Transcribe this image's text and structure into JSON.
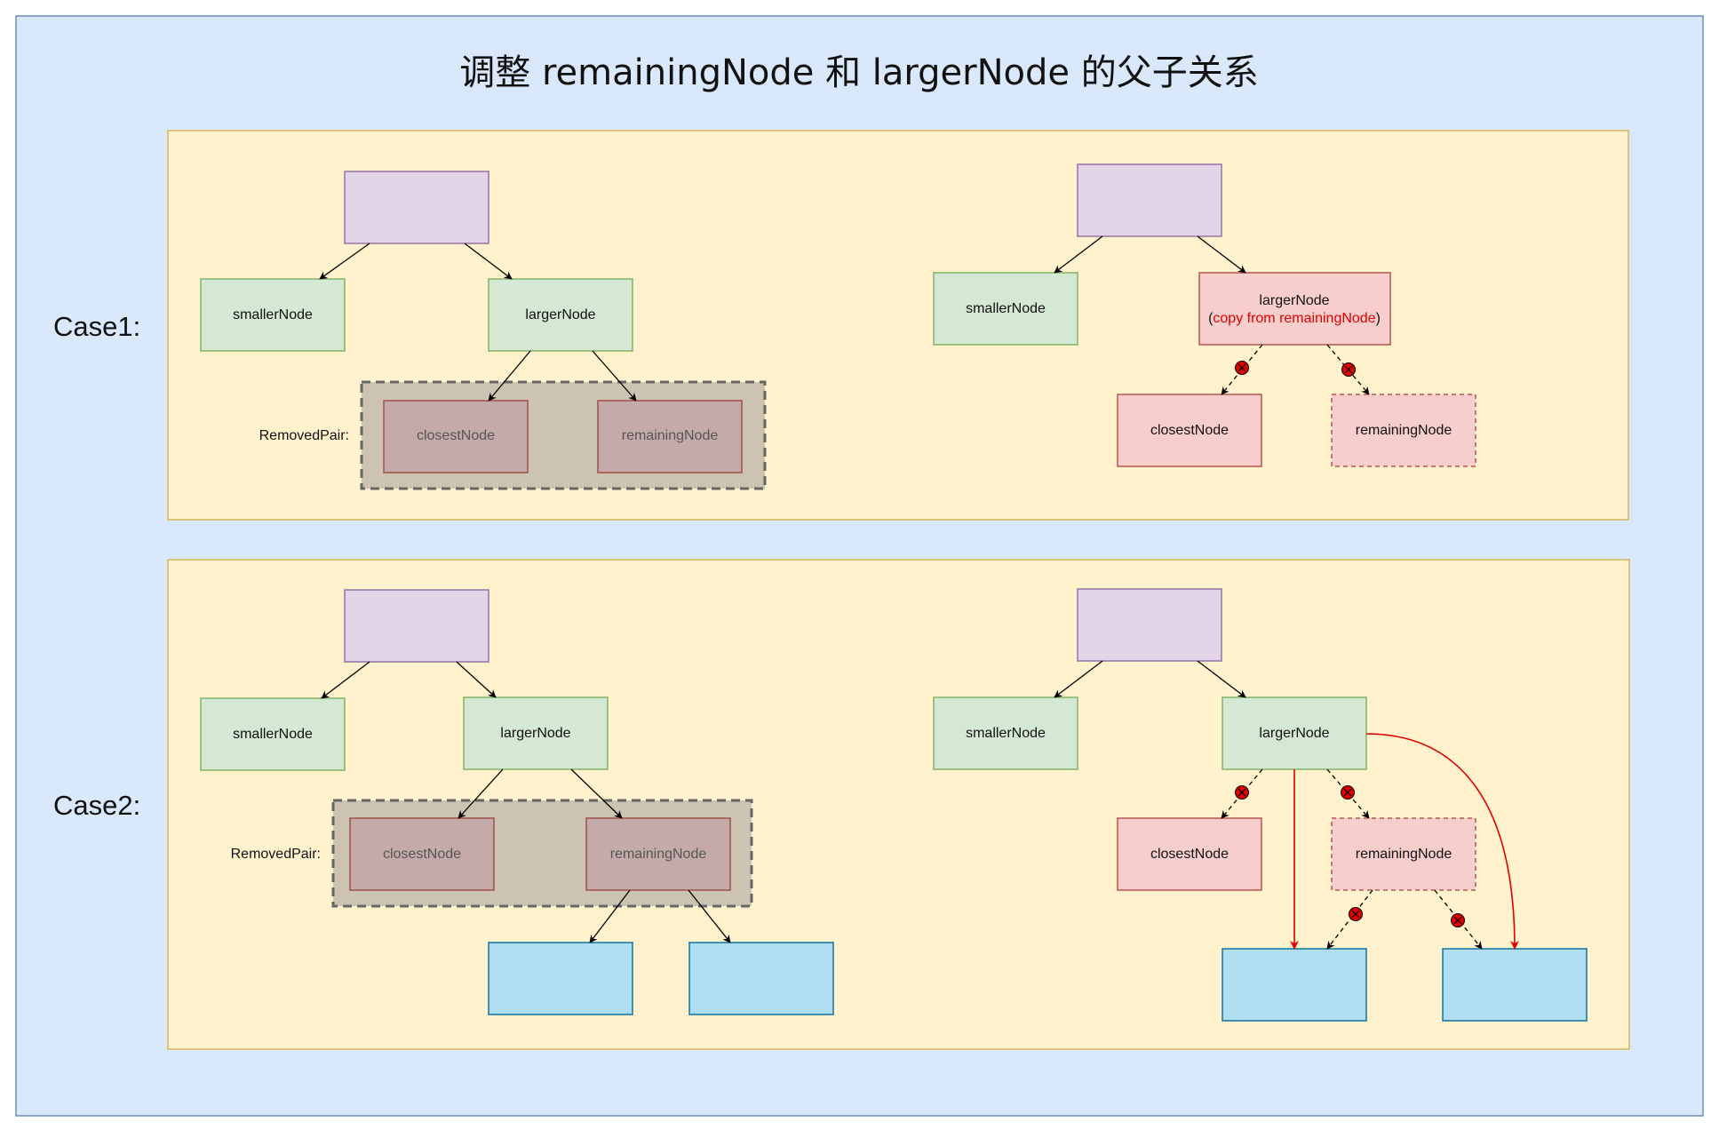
{
  "title": "调整 remainingNode 和 largerNode 的父子关系",
  "colors": {
    "outer_bg": "#dae8fc",
    "outer_border": "#6c8ebf",
    "panel_bg": "#fff2cc",
    "panel_border": "#d6b656",
    "purple_fill": "#e1d5e7",
    "purple_border": "#9673a6",
    "green_fill": "#d5e8d4",
    "green_border": "#82b366",
    "red_fill": "#f8cecc",
    "red_border": "#b85450",
    "blue_fill": "#b1ddf0",
    "blue_border": "#10739e",
    "removed_fill": "#cdc3b2",
    "removed_border": "#666666",
    "accent_red": "#e00000"
  },
  "case1": {
    "label": "Case1:",
    "removed_pair_label": "RemovedPair:",
    "before": {
      "smaller": "smallerNode",
      "larger": "largerNode",
      "closest": "closestNode",
      "remaining": "remainingNode"
    },
    "after": {
      "smaller": "smallerNode",
      "larger_line1": "largerNode",
      "larger_open": "(",
      "larger_note": "copy from remainingNode",
      "larger_close": ")",
      "closest": "closestNode",
      "remaining": "remainingNode"
    }
  },
  "case2": {
    "label": "Case2:",
    "removed_pair_label": "RemovedPair:",
    "before": {
      "smaller": "smallerNode",
      "larger": "largerNode",
      "closest": "closestNode",
      "remaining": "remainingNode"
    },
    "after": {
      "smaller": "smallerNode",
      "larger": "largerNode",
      "closest": "closestNode",
      "remaining": "remainingNode"
    }
  }
}
